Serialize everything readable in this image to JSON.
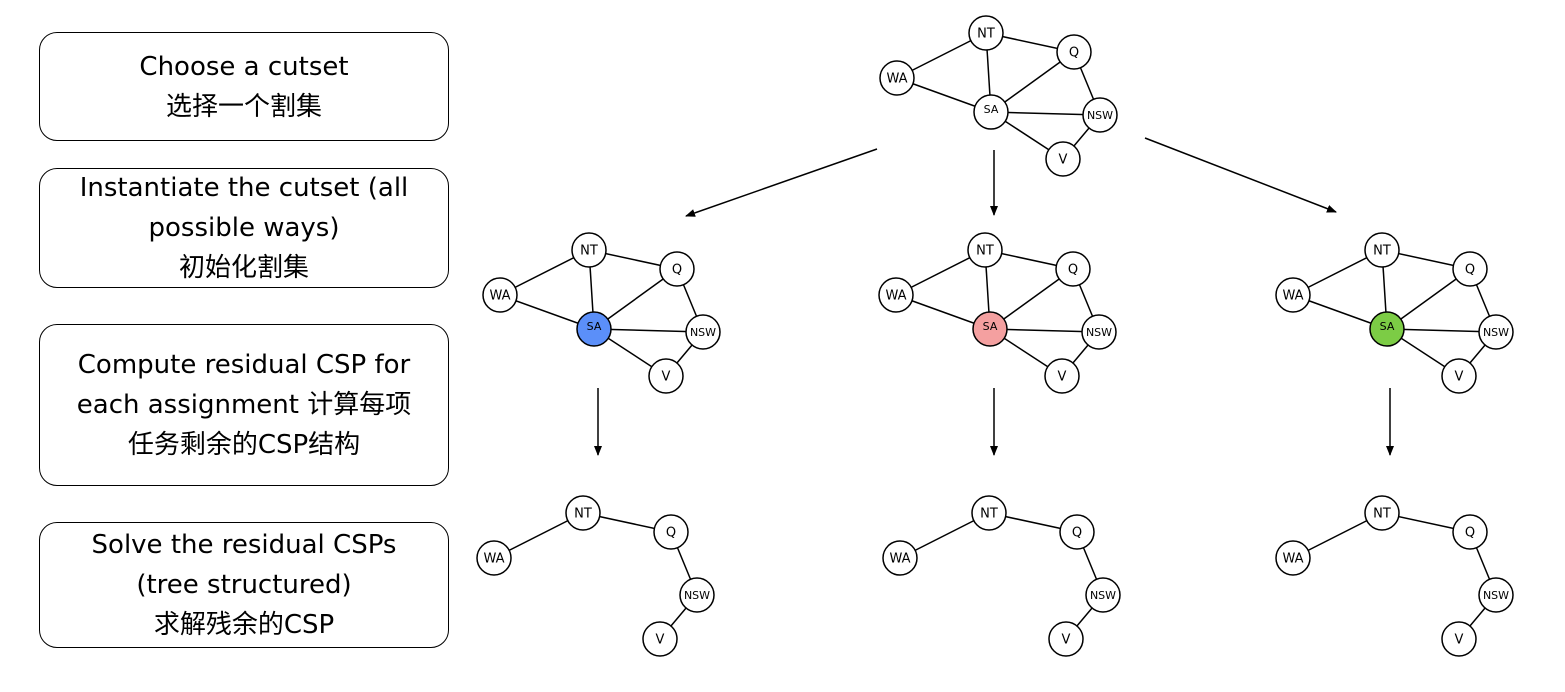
{
  "steps": [
    {
      "lines": [
        "Choose a cutset",
        "选择一个割集"
      ]
    },
    {
      "lines": [
        "Instantiate the cutset (all",
        "possible ways)",
        "初始化割集"
      ]
    },
    {
      "lines": [
        "Compute residual CSP for",
        "each assignment 计算每项",
        "任务剩余的CSP结构"
      ]
    },
    {
      "lines": [
        "Solve the residual CSPs",
        "(tree structured)",
        "求解残余的CSP"
      ]
    }
  ],
  "graph": {
    "nodes": [
      "WA",
      "NT",
      "Q",
      "SA",
      "NSW",
      "V"
    ],
    "cutset_node": "SA",
    "assignment_colors": [
      "#5b8ff9",
      "#f4a0a0",
      "#7ccc45"
    ],
    "edges": [
      [
        "WA",
        "NT"
      ],
      [
        "WA",
        "SA"
      ],
      [
        "NT",
        "Q"
      ],
      [
        "NT",
        "SA"
      ],
      [
        "Q",
        "SA"
      ],
      [
        "Q",
        "NSW"
      ],
      [
        "SA",
        "NSW"
      ],
      [
        "SA",
        "V"
      ],
      [
        "NSW",
        "V"
      ]
    ],
    "tree_edges": [
      [
        "WA",
        "NT"
      ],
      [
        "NT",
        "Q"
      ],
      [
        "Q",
        "NSW"
      ],
      [
        "NSW",
        "V"
      ]
    ]
  }
}
